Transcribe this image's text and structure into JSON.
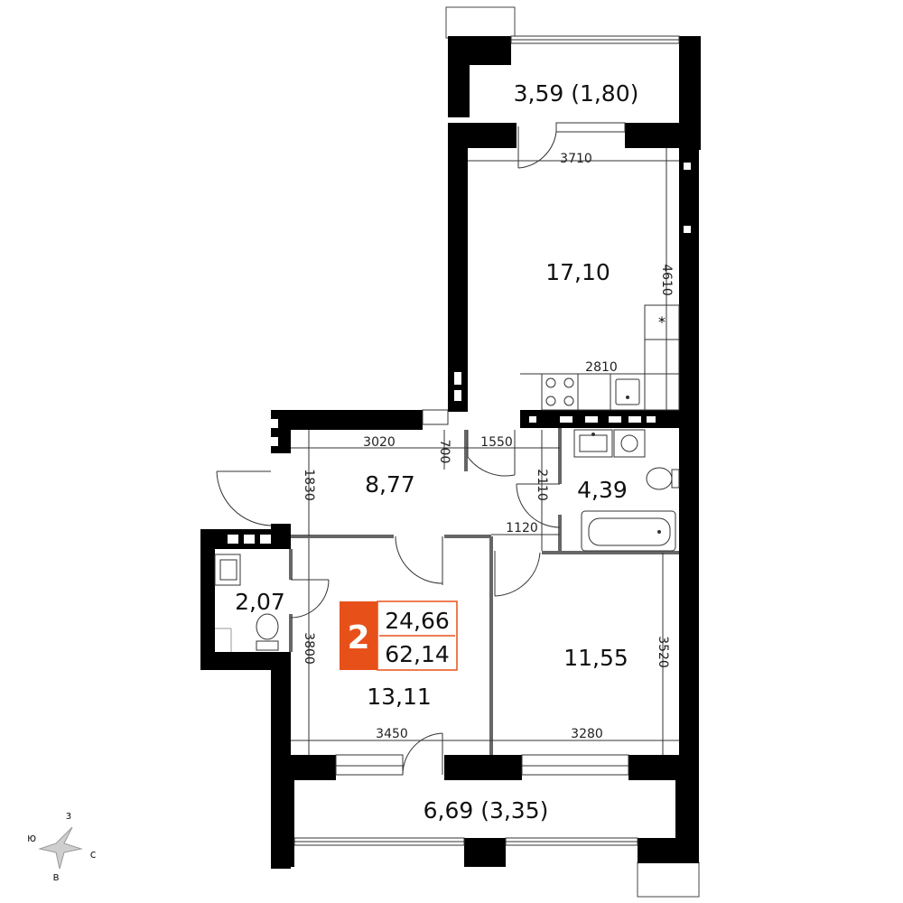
{
  "rooms": {
    "loggia_top": "3,59 (1,80)",
    "living_kitchen": "17,10",
    "hall": "8,77",
    "bathroom": "4,39",
    "wc": "2,07",
    "bedroom_left": "13,11",
    "bedroom_right": "11,55",
    "loggia_bottom": "6,69 (3,35)"
  },
  "dimensions": {
    "d3710": "3710",
    "d4610": "4610",
    "d2810": "2810",
    "d3020": "3020",
    "d700": "700",
    "d1550": "1550",
    "d2110": "2110",
    "d1830": "1830",
    "d1120": "1120",
    "d3800": "3800",
    "d3520": "3520",
    "d3450": "3450",
    "d3280": "3280"
  },
  "summary": {
    "rooms_count": "2",
    "living_area": "24,66",
    "total_area": "62,14"
  },
  "compass": {
    "north": "с",
    "south": "ю",
    "west": "з",
    "east": "в"
  },
  "colors": {
    "accent": "#E8501A",
    "wall": "#000000"
  }
}
